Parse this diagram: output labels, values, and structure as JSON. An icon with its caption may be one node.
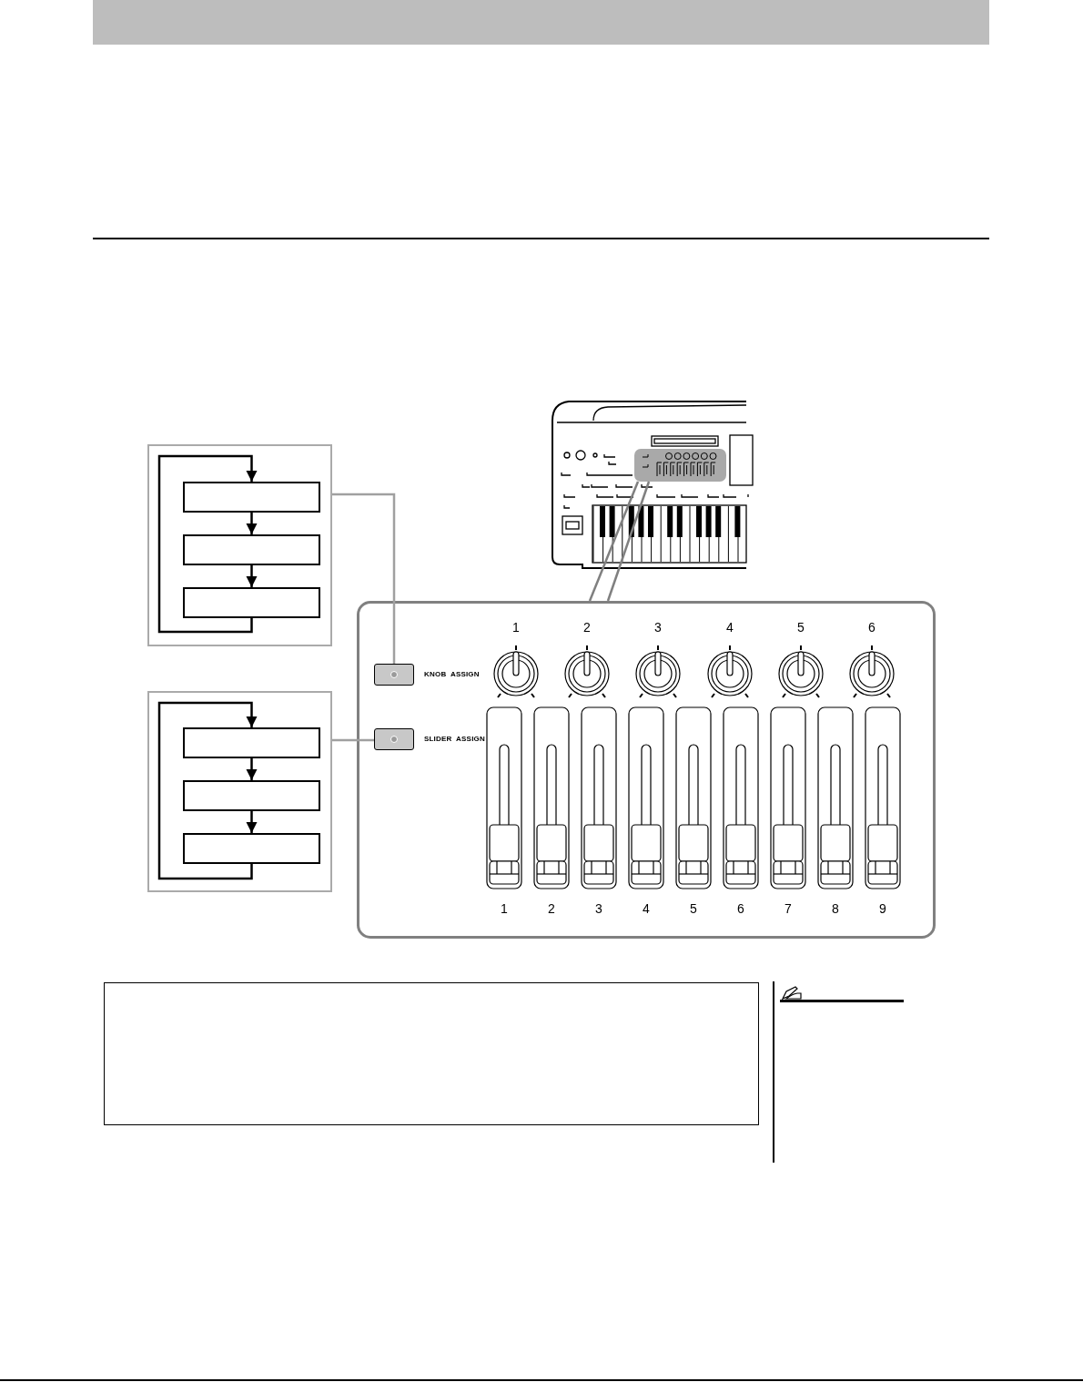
{
  "diagram": {
    "nodes": [
      {
        "text": [],
        "shape": "box"
      },
      {
        "text": [],
        "shape": "box"
      },
      {
        "text": [],
        "shape": "box",
        "in": 1
      },
      {
        "text": [],
        "shape": "box",
        "in": 1
      },
      {
        "text": [],
        "shape": "box",
        "in": 1
      },
      {
        "text": [],
        "shape": "box"
      },
      {
        "text": [],
        "shape": "box",
        "in": 5,
        "beside": [
          "KNOB  ASSIGN"
        ]
      },
      {
        "text": [],
        "shape": "box"
      },
      {
        "text": [],
        "shape": "box",
        "in": 7
      },
      {
        "text": [],
        "shape": "box",
        "in": 7
      },
      {
        "text": [],
        "shape": "box",
        "in": 7
      },
      {
        "text": [],
        "shape": "box",
        "in": 5,
        "beside": [
          "SLIDER  ASSIGN"
        ]
      }
    ],
    "edges": [
      {
        "from": 2,
        "to": 3,
        "arrow": "to"
      },
      {
        "from": 3,
        "to": 4,
        "arrow": "to"
      },
      {
        "from": 4,
        "to": 2,
        "arrow": "to"
      },
      {
        "from": 8,
        "to": 9,
        "arrow": "to"
      },
      {
        "from": 9,
        "to": 10,
        "arrow": "to"
      },
      {
        "from": 10,
        "to": 8,
        "arrow": "to"
      },
      {
        "from": 1,
        "to": 6,
        "arrow": "none",
        "color": "#a0a0a0"
      },
      {
        "from": 7,
        "to": 11,
        "arrow": "none",
        "color": "#a0a0a0"
      },
      {
        "from": 0,
        "to": 5,
        "arrow": "none",
        "color": "#808080"
      },
      {
        "from": 0,
        "to": 5,
        "arrow": "none",
        "color": "#808080"
      }
    ],
    "labels": [
      "1",
      "2",
      "3",
      "4",
      "5",
      "6",
      "1",
      "2",
      "3",
      "4",
      "5",
      "6",
      "7",
      "8",
      "9"
    ]
  }
}
